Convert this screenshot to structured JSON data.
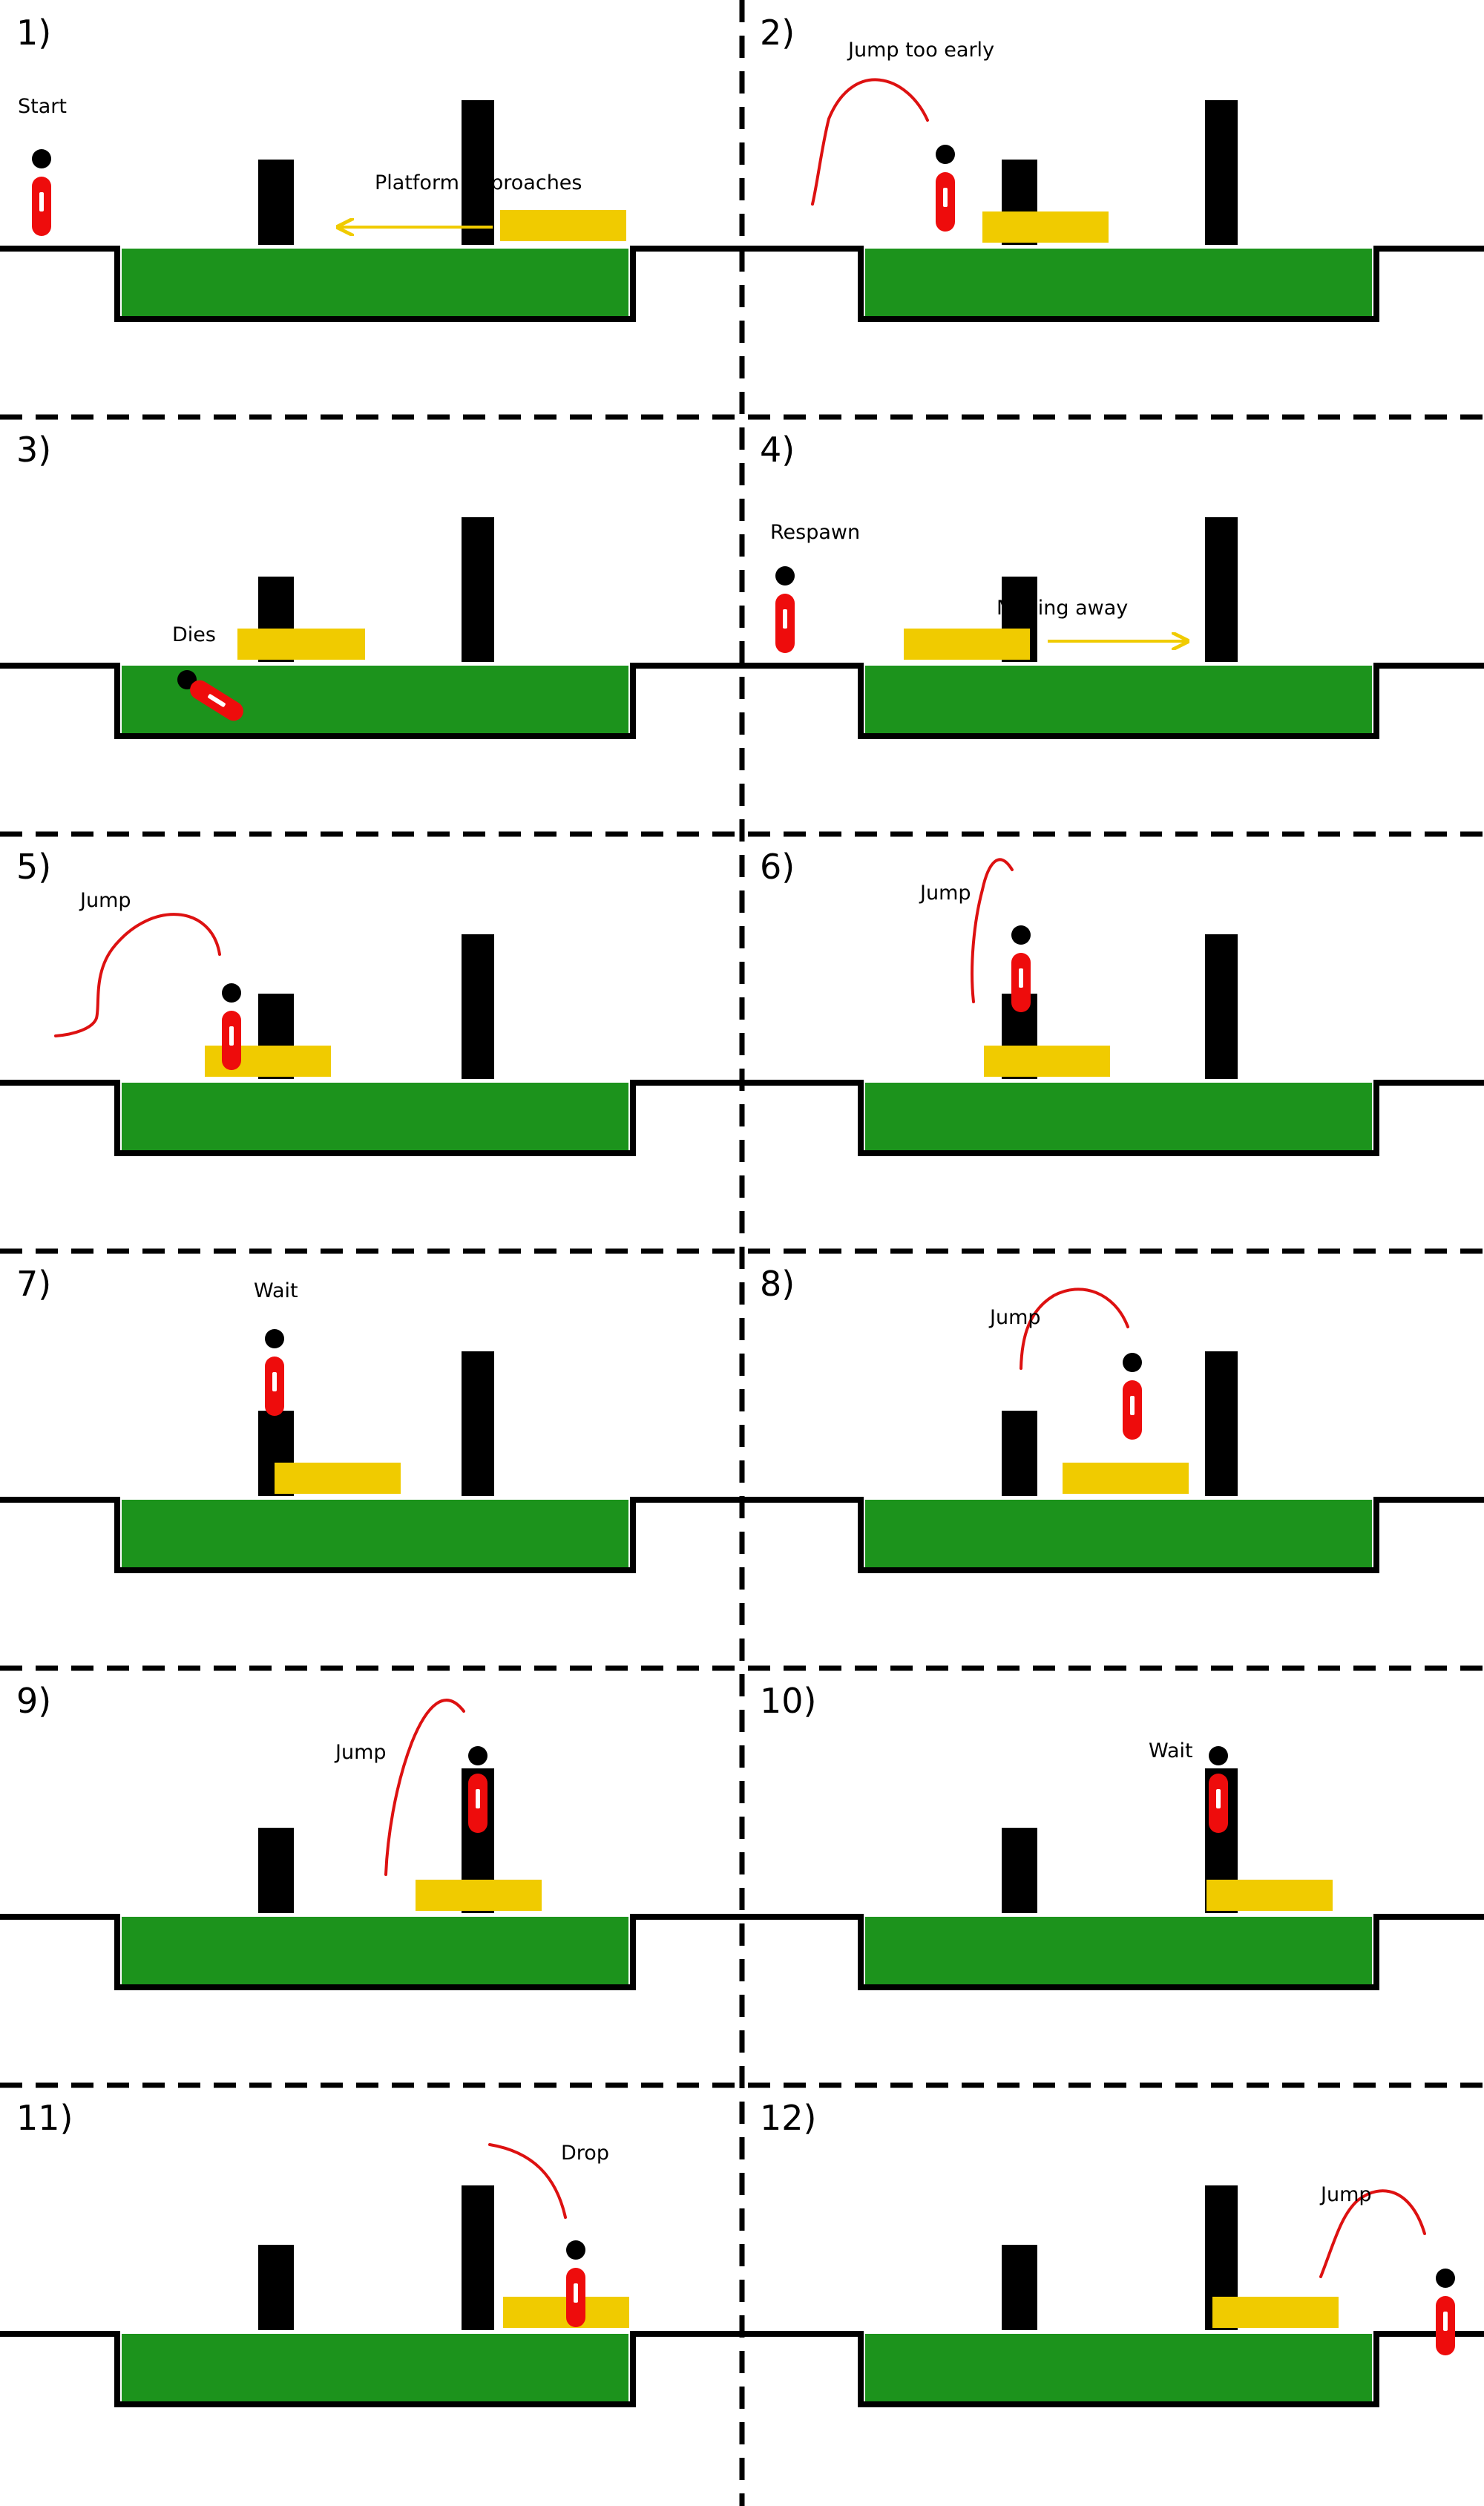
{
  "colors": {
    "ground": "#000000",
    "water": "#1c931c",
    "block": "#000000",
    "platform": "#f0cb00",
    "character_body": "#ee0c0c",
    "character_head": "#000000",
    "arc": "#dd1111",
    "arrow": "#f0cb00",
    "divider": "#000000",
    "label": "#000000",
    "danger_label": "#dd1111"
  },
  "icons": {
    "character": "stick-figure-red-capsule",
    "path": "jump-arc",
    "motion": "arrow-right"
  },
  "panels": [
    {
      "number": "1)",
      "captions": [
        "Start",
        "Platform approaches"
      ]
    },
    {
      "number": "2)",
      "captions": [
        "Jump too early"
      ]
    },
    {
      "number": "3)",
      "captions": [
        "Dies"
      ]
    },
    {
      "number": "4)",
      "captions": [
        "Respawn",
        "Moving away"
      ]
    },
    {
      "number": "5)",
      "captions": [
        "Jump"
      ]
    },
    {
      "number": "6)",
      "captions": [
        "Jump"
      ]
    },
    {
      "number": "7)",
      "captions": [
        "Wait"
      ]
    },
    {
      "number": "8)",
      "captions": [
        "Jump"
      ]
    },
    {
      "number": "9)",
      "captions": [
        "Jump"
      ]
    },
    {
      "number": "10)",
      "captions": [
        "Wait"
      ]
    },
    {
      "number": "11)",
      "captions": [
        "Drop"
      ]
    },
    {
      "number": "12)",
      "captions": [
        "Jump"
      ]
    }
  ]
}
